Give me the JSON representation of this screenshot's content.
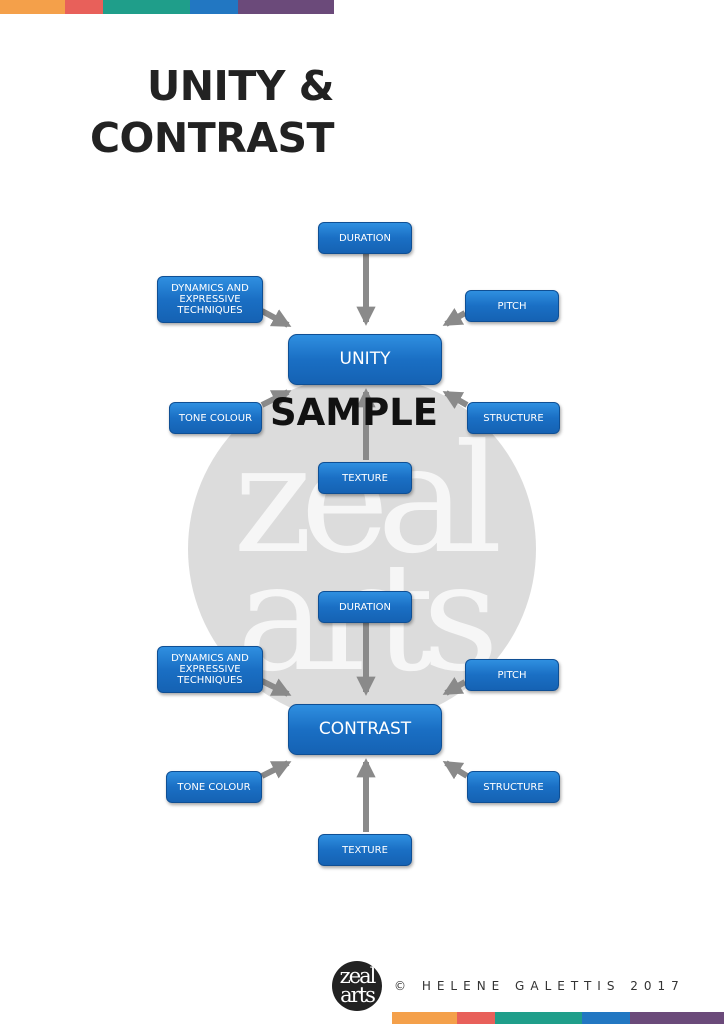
{
  "top_bar_colors": [
    "#f4a04a",
    "#e8605a",
    "#1f9e8a",
    "#2277c2",
    "#6b4a7a"
  ],
  "bottom_bar_colors": [
    "#f4a04a",
    "#e8605a",
    "#1f9e8a",
    "#2277c2",
    "#6b4a7a"
  ],
  "title": {
    "line1": "UNITY &",
    "line2": "CONTRAST"
  },
  "watermark": {
    "text": "SAMPLE",
    "logo_line1": "zeal",
    "logo_line2": "arts"
  },
  "node_color": "#1a6fc4",
  "arrow_color": "#8a8a8a",
  "diagrams": [
    {
      "center": "UNITY",
      "nodes": {
        "duration": "DURATION",
        "dynamics": "DYNAMICS AND EXPRESSIVE TECHNIQUES",
        "pitch": "PITCH",
        "tone_colour": "TONE COLOUR",
        "structure": "STRUCTURE",
        "texture": "TEXTURE"
      }
    },
    {
      "center": "CONTRAST",
      "nodes": {
        "duration": "DURATION",
        "dynamics": "DYNAMICS AND EXPRESSIVE TECHNIQUES",
        "pitch": "PITCH",
        "tone_colour": "TONE COLOUR",
        "structure": "STRUCTURE",
        "texture": "TEXTURE"
      }
    }
  ],
  "footer": {
    "logo_line1": "zeal",
    "logo_line2": "arts",
    "copyright": "© HELENE GALETTIS 2017"
  }
}
